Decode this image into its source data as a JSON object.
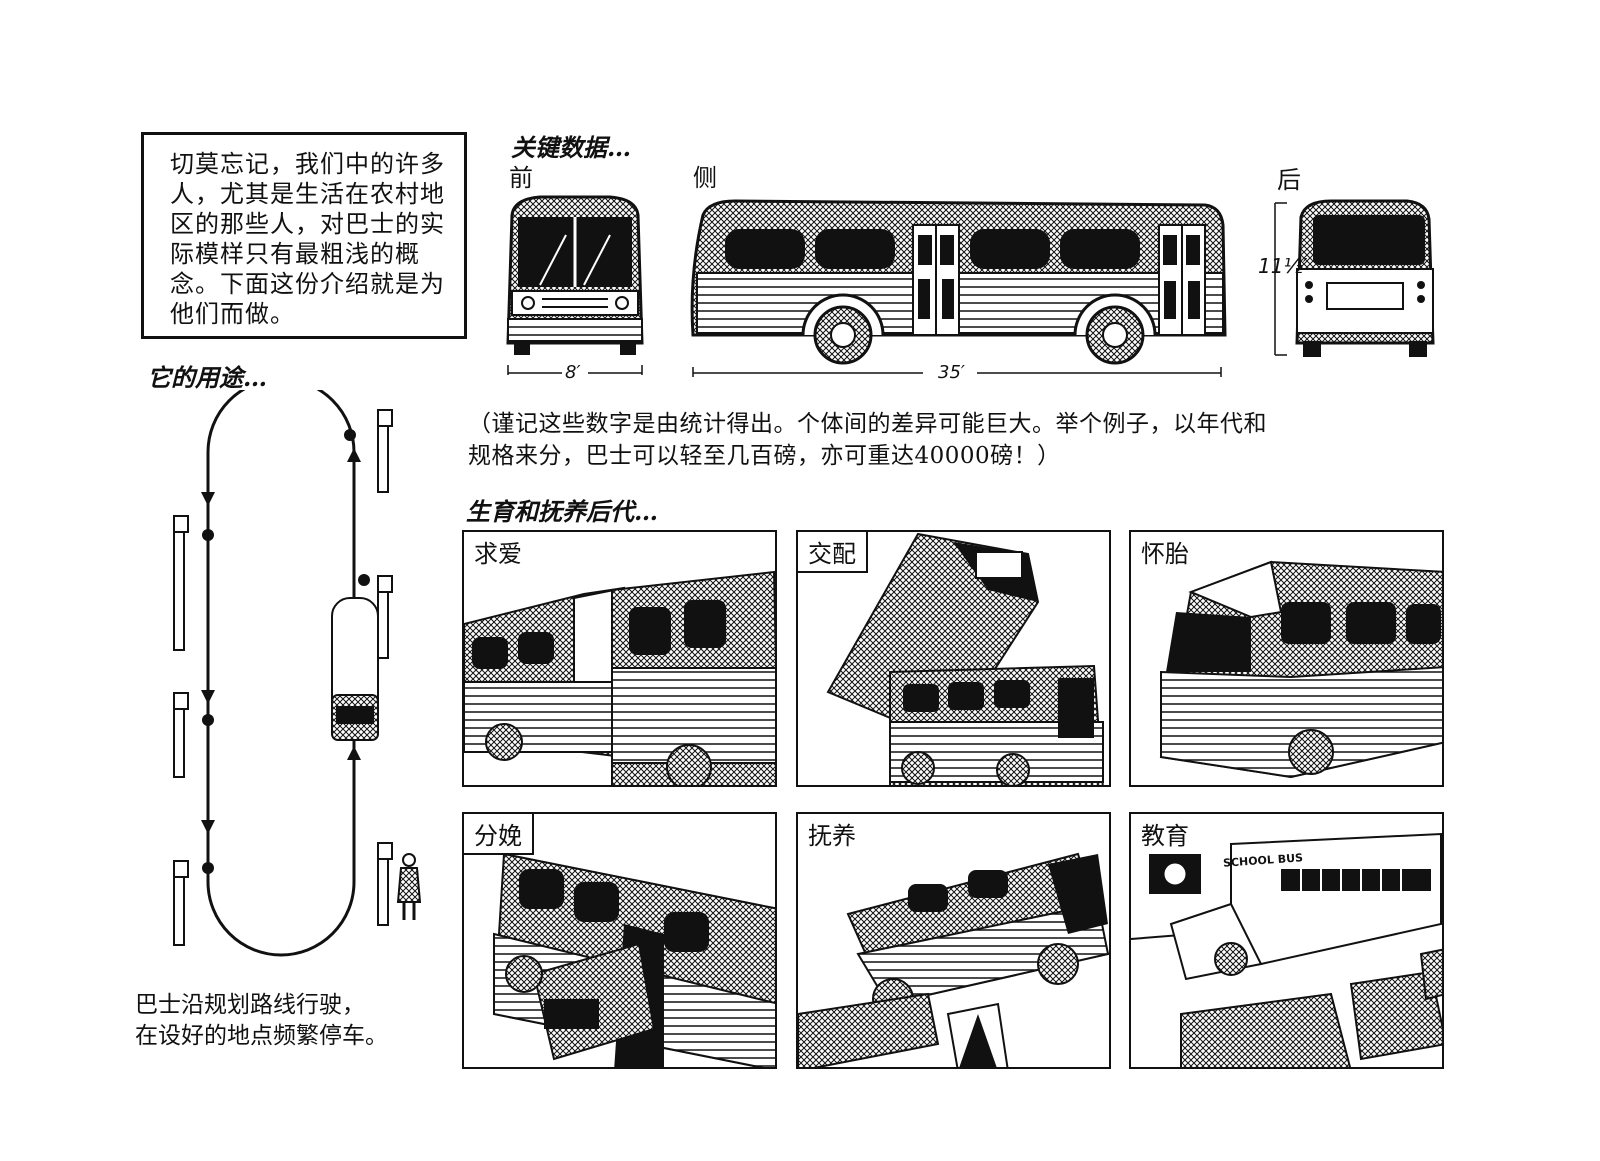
{
  "intro": {
    "text": "切莫忘记，我们中的许多人，尤其是生活在农村地区的那些人，对巴士的实际模样只有最粗浅的概念。下面这份介绍就是为他们而做。"
  },
  "key_data": {
    "heading": "关键数据…",
    "front_label": "前",
    "side_label": "侧",
    "back_label": "后",
    "width_dim": "8′",
    "length_dim": "35′",
    "height_dim": "11½′"
  },
  "usage": {
    "heading": "它的用途…",
    "caption_line1": "巴士沿规划路线行驶，",
    "caption_line2": "在设好的地点频繁停车。"
  },
  "note": {
    "line1": "（谨记这些数字是由统计得出。个体间的差异可能巨大。举个例子，以年代和",
    "line2": "规格来分，巴士可以轻至几百磅，亦可重达40000磅！）"
  },
  "breeding": {
    "heading": "生育和抚养后代…",
    "panels": [
      {
        "title": "求爱"
      },
      {
        "title": "交配"
      },
      {
        "title": "怀胎"
      },
      {
        "title": "分娩"
      },
      {
        "title": "抚养"
      },
      {
        "title": "教育"
      }
    ],
    "school_bus_label": "SCHOOL BUS"
  }
}
